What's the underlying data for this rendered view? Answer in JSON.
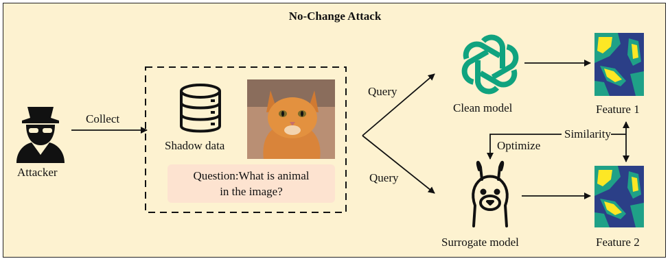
{
  "diagram": {
    "title": "No-Change Attack",
    "attacker_label": "Attacker",
    "collect_label": "Collect",
    "shadow_label": "Shadow data",
    "question_line1": "Question:What is animal",
    "question_line2": "in the image?",
    "query_top_label": "Query",
    "query_bottom_label": "Query",
    "clean_model_label": "Clean model",
    "surrogate_model_label": "Surrogate model",
    "feature1_label": "Feature 1",
    "feature2_label": "Feature 2",
    "similarity_label": "Similarity",
    "optimize_label": "Optimize"
  },
  "colors": {
    "background": "#fdf2d0",
    "question_box": "#fde3d0",
    "clean_model_icon": "#10a37f",
    "heatmap_low": "#2b3f87",
    "heatmap_mid": "#1fa187",
    "heatmap_high": "#fde725"
  },
  "icons": {
    "attacker": "spy-icon",
    "shadow": "database-icon",
    "clean_model": "openai-logo-icon",
    "surrogate_model": "llama-icon"
  }
}
